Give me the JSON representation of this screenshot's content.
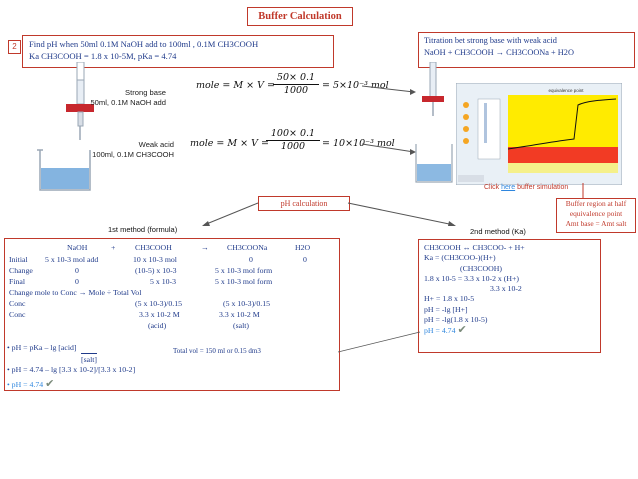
{
  "title": "Buffer Calculation",
  "problem": {
    "number": "2",
    "line1": "Find  pH  when 50ml 0.1M NaOH add to 100ml , 0.1M  CH3COOH",
    "line2": "Ka CH3COOH = 1.8 x 10-5M, pKa = 4.74"
  },
  "titration": {
    "line1": "Titration bet strong base with weak acid",
    "line2": "NaOH   + CH3COOH   →  CH3COONa + H2O"
  },
  "labels": {
    "strong_base_1": "Strong base",
    "strong_base_2": "50ml, 0.1M NaOH add",
    "weak_acid_1": "Weak acid",
    "weak_acid_2": "100ml, 0.1M CH3COOH"
  },
  "equations": {
    "eq1_lhs": "mole = M × V =",
    "eq1_num": "50× 0.1",
    "eq1_den": "1000",
    "eq1_rhs": "= 5×10⁻³ mol",
    "eq2_lhs": "mole = M × V =",
    "eq2_num": "100× 0.1",
    "eq2_den": "1000",
    "eq2_rhs": "= 10×10⁻³ mol"
  },
  "simulation": {
    "click": "Click",
    "here": "here",
    "rest": "buffer simulation"
  },
  "region_note": {
    "line1": "Buffer region at half",
    "line2": "equivalence point",
    "line3": "Amt base = Amt salt"
  },
  "ph_calc": "pH calculation",
  "method1": "1st method (formula)",
  "method2": "2nd method (Ka)",
  "table": {
    "header": [
      "NaOH",
      "+",
      "CH3COOH",
      "→",
      "CH3COONa",
      "H2O"
    ],
    "rows": [
      {
        "label": "Initial",
        "a": "5 x 10-3 mol add",
        "b": "10 x 10-3 mol",
        "c": "0",
        "d": "0"
      },
      {
        "label": "Change",
        "a": "0",
        "b": "(10-5) x 10-3",
        "c": "5 x 10-3 mol form",
        "d": ""
      },
      {
        "label": "Final",
        "a": "0",
        "b": "5 x 10-3",
        "c": "5 x 10-3 mol form",
        "d": ""
      }
    ],
    "conversion": "Change mole to Conc → Mole ÷ Total Vol",
    "conc1": {
      "label": "Conc",
      "b": "(5 x 10-3)/0.15",
      "c": "(5 x 10-3)/0.15"
    },
    "conc2": {
      "label": "Conc",
      "b": "3.3 x 10-2 M",
      "c": "3.3 x 10-2 M"
    },
    "conc_names": {
      "b": "(acid)",
      "c": "(salt)"
    },
    "formula1": "• pH = pKa – lg  [acid]",
    "formula1b": "[salt]",
    "total_vol": "Total vol = 150 ml or 0.15 dm3",
    "formula2": "• pH = 4.74 – lg [3.3 x 10-2]/[3.3 x 10-2]",
    "result": "• pH = 4.74"
  },
  "method2_box": {
    "l1": "CH3COOH  ↔ CH3COO- + H+",
    "l2": "Ka = (CH3COO-)(H+)",
    "l3": "(CH3COOH)",
    "l4": "1.8 x 10-5 = 3.3 x 10-2 x (H+)",
    "l5": "3.3 x 10-2",
    "l6": "H+  =  1.8 x 10-5",
    "l7": "pH = -lg  [H+]",
    "l8": "pH = -lg(1.8 x 10-5)",
    "l9": "pH = 4.74"
  },
  "graph": {
    "title": "equivalence point"
  },
  "colors": {
    "accent_red": "#c0392b",
    "text_blue": "#1f3a8a",
    "link_blue": "#2e86de"
  }
}
